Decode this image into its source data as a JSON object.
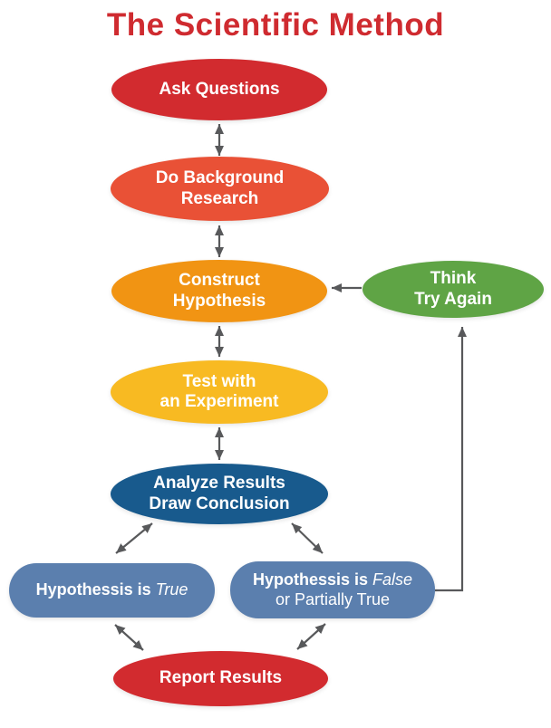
{
  "title": "The Scientific Method",
  "colors": {
    "title_red": "#cf2b30",
    "arrow_gray": "#58595b",
    "red": "#d22b2f",
    "tomato": "#e95136",
    "orange": "#f19413",
    "amber": "#f8ba22",
    "dark_blue": "#185a8d",
    "slate_blue": "#5b7fae",
    "green": "#5fa445"
  },
  "nodes": {
    "ask": {
      "label": "Ask Questions",
      "color": "#d22b2f"
    },
    "background": {
      "label": "Do Background\nResearch",
      "color": "#e95136"
    },
    "construct": {
      "label": "Construct\nHypothesis",
      "color": "#f19413"
    },
    "test": {
      "label": "Test with\nan Experiment",
      "color": "#f8ba22"
    },
    "analyze": {
      "label": "Analyze Results\nDraw Conclusion",
      "color": "#185a8d"
    },
    "think": {
      "label": "Think\nTry Again",
      "color": "#5fa445"
    },
    "hypothesis_true": {
      "bold": "Hypothessis is ",
      "italic": "True",
      "color": "#5b7fae"
    },
    "hypothesis_false": {
      "bold": "Hypothessis is ",
      "italic": "False",
      "line2": "or Partially True",
      "color": "#5b7fae"
    },
    "report": {
      "label": "Report Results",
      "color": "#d22b2f"
    }
  }
}
